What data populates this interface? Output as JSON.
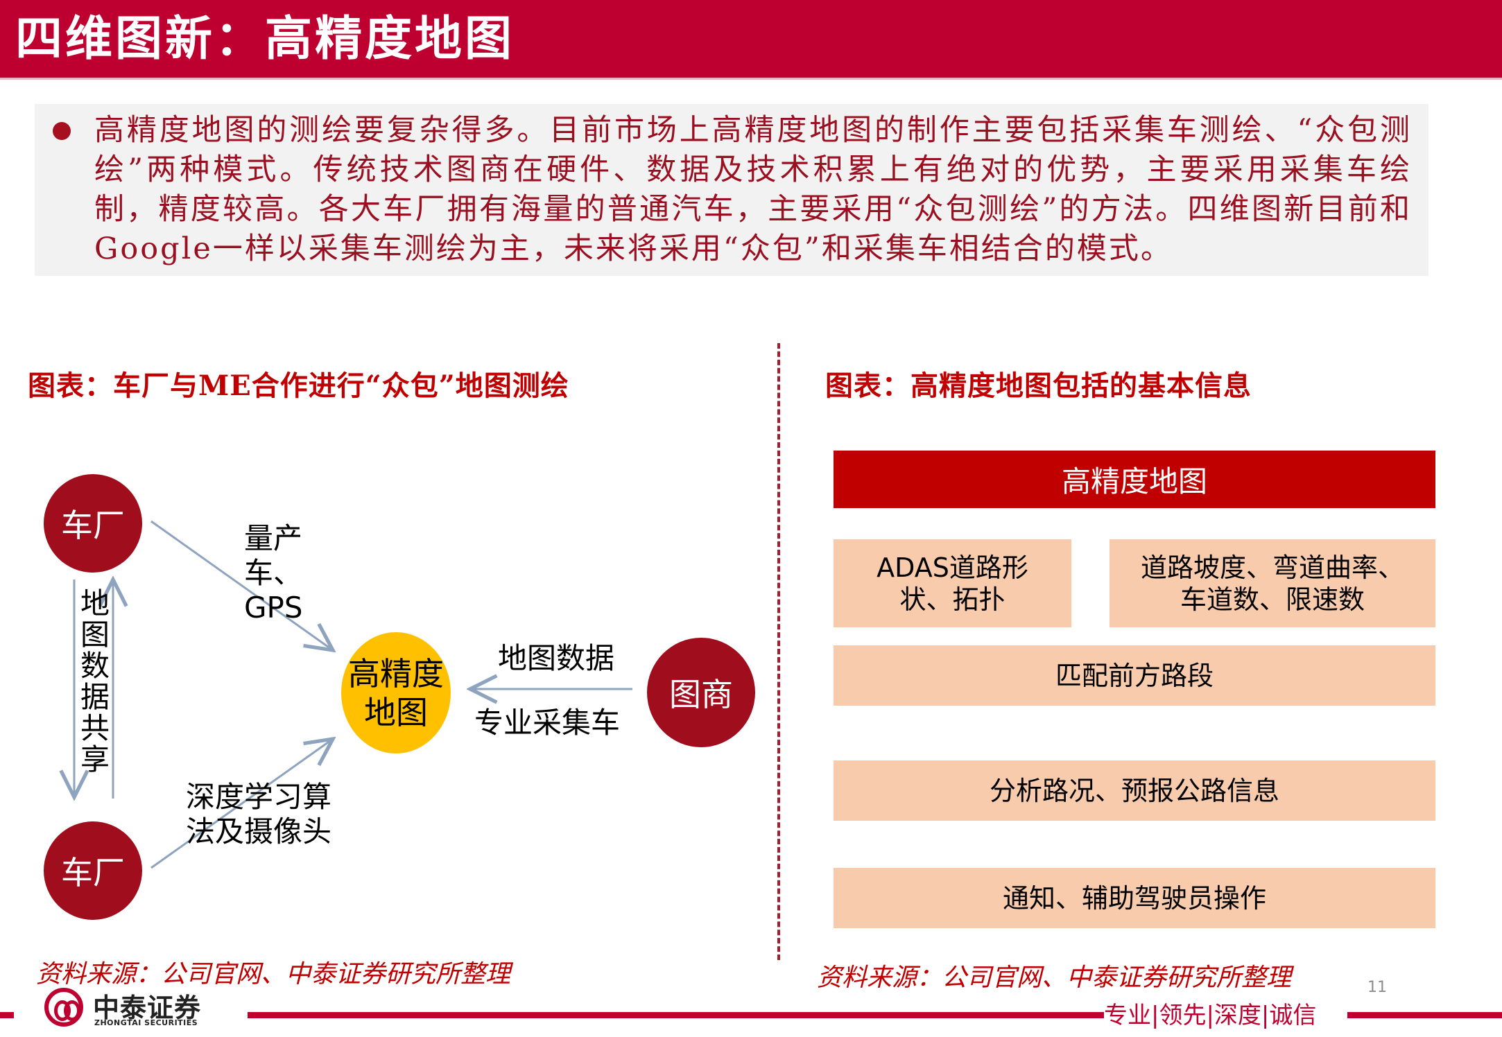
{
  "header": {
    "title": "四维图新：高精度地图"
  },
  "intro": {
    "bullet_icon": "filled-circle-bullet",
    "text": "高精度地图的测绘要复杂得多。目前市场上高精度地图的制作主要包括采集车测绘、“众包测绘”两种模式。传统技术图商在硬件、数据及技术积累上有绝对的优势，主要采用采集车绘制，精度较高。各大车厂拥有海量的普通汽车，主要采用“众包测绘”的方法。四维图新目前和Google一样以采集车测绘为主，未来将采用“众包”和采集车相结合的模式。"
  },
  "left_chart": {
    "title": "图表：车厂与ME合作进行“众包”地图测绘",
    "nodes": {
      "factory_top": "车厂",
      "factory_bottom": "车厂",
      "hd_map": "高精度地图",
      "map_vendor": "图商"
    },
    "edges": {
      "factory_top_to_hdmap": "量产车、GPS",
      "factory_bottom_to_hdmap": "深度学习算法及摄像头",
      "vendor_to_hdmap_top": "地图数据",
      "vendor_to_hdmap_bottom": "专业采集车",
      "factory_share": "地图数据共享"
    },
    "source": "资料来源：公司官网、中泰证券研究所整理"
  },
  "right_chart": {
    "title": "图表：高精度地图包括的基本信息",
    "header": "高精度地图",
    "boxes": [
      "ADAS道路形状、拓扑",
      "道路坡度、弯道曲率、车道数、限速数",
      "匹配前方路段",
      "分析路况、预报公路信息",
      "通知、辅助驾驶员操作"
    ],
    "source": "资料来源：公司官网、中泰证券研究所整理"
  },
  "footer": {
    "logo_cn": "中泰证券",
    "logo_en": "ZHONGTAI SECURITIES",
    "slogan": "专业|领先|深度|诚信",
    "page_number": "11"
  },
  "colors": {
    "brand_red": "#BE0031",
    "node_dark_red": "#A00D1C",
    "node_yellow": "#FFC000",
    "box_red": "#C00000",
    "box_peach": "#F8CBAD",
    "arrow_blue_gray": "#8EA3BD",
    "intro_bg": "#F2F2F2"
  }
}
